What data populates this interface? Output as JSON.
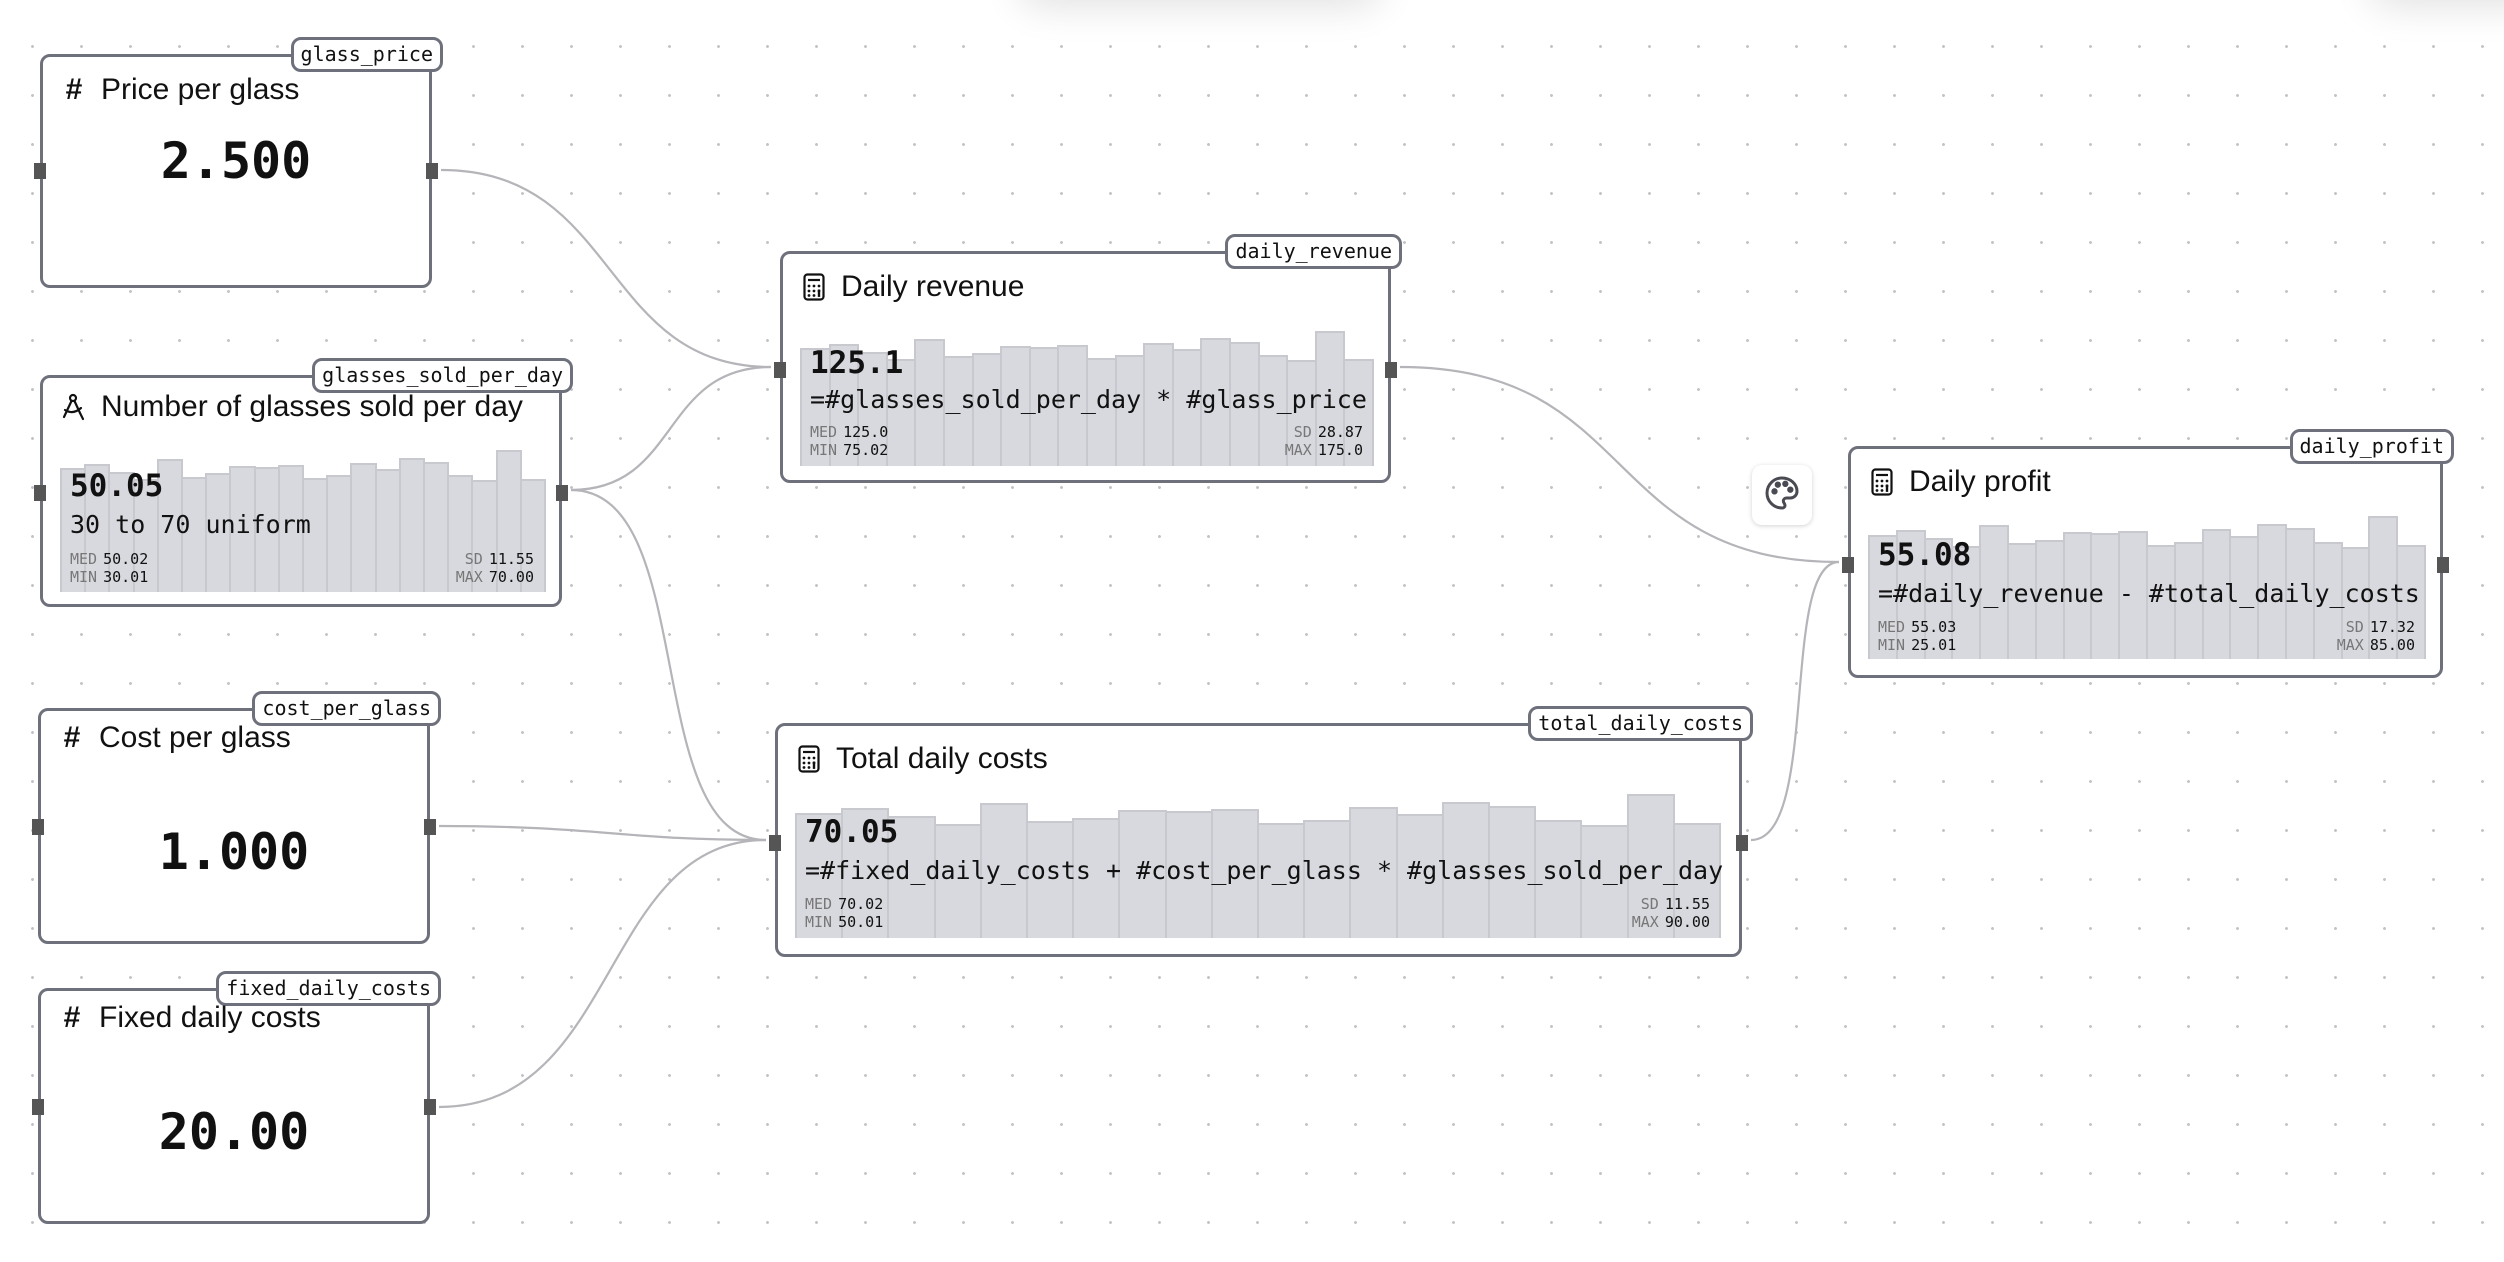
{
  "canvas": {
    "grid": "dots",
    "background": "#ffffff"
  },
  "toolbar": {
    "palette_icon": "palette-icon"
  },
  "histogram_shape": [
    370,
    383,
    360,
    337,
    399,
    345,
    355,
    377,
    375,
    380,
    340,
    349,
    386,
    367,
    402,
    390,
    349,
    334,
    425,
    338
  ],
  "nodes": {
    "glass_price": {
      "id": "glass_price",
      "type": "constant",
      "icon": "hash-icon",
      "icon_glyph": "#",
      "title": "Price per glass",
      "value": "2.500"
    },
    "glasses_sold_per_day": {
      "id": "glasses_sold_per_day",
      "type": "distribution",
      "icon": "drafting-compass-icon",
      "title": "Number of glasses sold per day",
      "mean": "50.05",
      "expression": "30 to 70 uniform",
      "stats": {
        "med_label": "MED",
        "med": "50.02",
        "min_label": "MIN",
        "min": "30.01",
        "sd_label": "SD",
        "sd": "11.55",
        "max_label": "MAX",
        "max": "70.00"
      }
    },
    "cost_per_glass": {
      "id": "cost_per_glass",
      "type": "constant",
      "icon": "hash-icon",
      "icon_glyph": "#",
      "title": "Cost per glass",
      "value": "1.000"
    },
    "fixed_daily_costs": {
      "id": "fixed_daily_costs",
      "type": "constant",
      "icon": "hash-icon",
      "icon_glyph": "#",
      "title": "Fixed daily costs",
      "value": "20.00"
    },
    "daily_revenue": {
      "id": "daily_revenue",
      "type": "formula",
      "icon": "calculator-icon",
      "title": "Daily revenue",
      "mean": "125.1",
      "expression": "=#glasses_sold_per_day * #glass_price",
      "stats": {
        "med_label": "MED",
        "med": "125.0",
        "min_label": "MIN",
        "min": "75.02",
        "sd_label": "SD",
        "sd": "28.87",
        "max_label": "MAX",
        "max": "175.0"
      }
    },
    "total_daily_costs": {
      "id": "total_daily_costs",
      "type": "formula",
      "icon": "calculator-icon",
      "title": "Total daily costs",
      "mean": "70.05",
      "expression": "=#fixed_daily_costs + #cost_per_glass * #glasses_sold_per_day",
      "stats": {
        "med_label": "MED",
        "med": "70.02",
        "min_label": "MIN",
        "min": "50.01",
        "sd_label": "SD",
        "sd": "11.55",
        "max_label": "MAX",
        "max": "90.00"
      }
    },
    "daily_profit": {
      "id": "daily_profit",
      "type": "formula",
      "icon": "calculator-icon",
      "title": "Daily profit",
      "mean": "55.08",
      "expression": "=#daily_revenue - #total_daily_costs",
      "stats": {
        "med_label": "MED",
        "med": "55.03",
        "min_label": "MIN",
        "min": "25.01",
        "sd_label": "SD",
        "sd": "17.32",
        "max_label": "MAX",
        "max": "85.00"
      }
    }
  },
  "edges": [
    {
      "from": "glass_price",
      "to": "daily_revenue"
    },
    {
      "from": "glasses_sold_per_day",
      "to": "daily_revenue"
    },
    {
      "from": "glasses_sold_per_day",
      "to": "total_daily_costs"
    },
    {
      "from": "cost_per_glass",
      "to": "total_daily_costs"
    },
    {
      "from": "fixed_daily_costs",
      "to": "total_daily_costs"
    },
    {
      "from": "daily_revenue",
      "to": "daily_profit"
    },
    {
      "from": "total_daily_costs",
      "to": "daily_profit"
    }
  ]
}
